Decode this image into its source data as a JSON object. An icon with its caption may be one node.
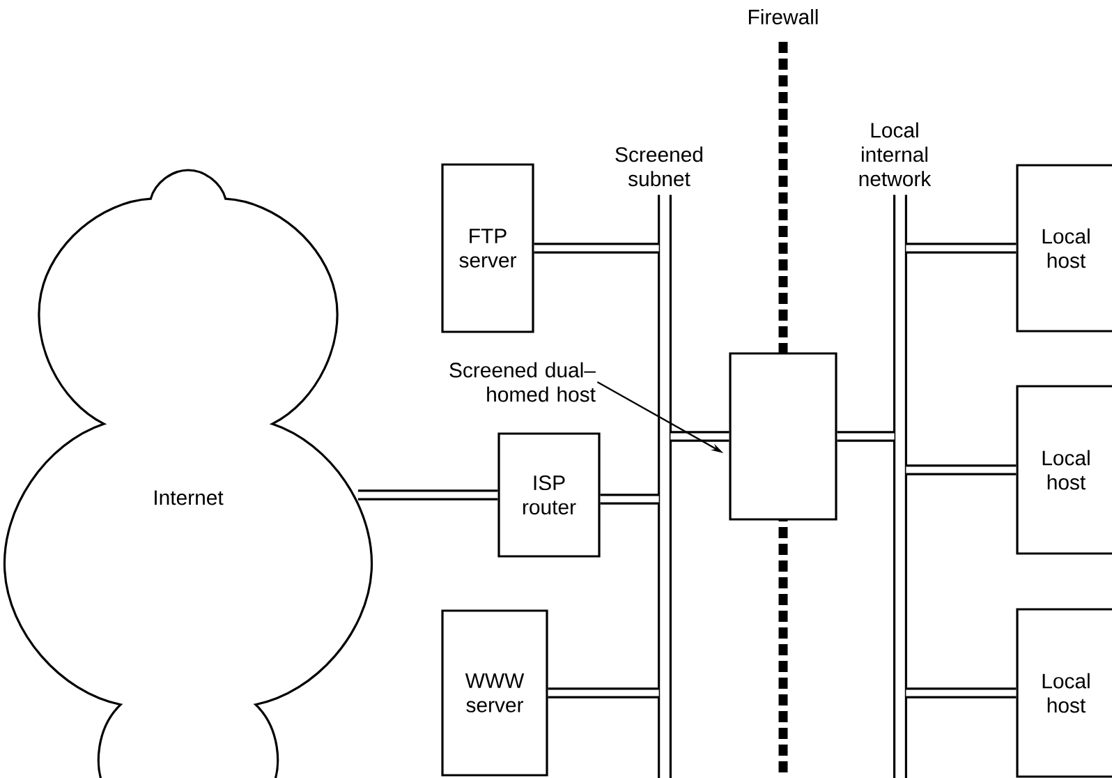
{
  "diagram": {
    "nodes": [
      {
        "text": [
          "Screened subnet"
        ]
      },
      {
        "text": [
          "Local internal network"
        ]
      },
      {
        "text": [
          "FTP server"
        ]
      },
      {
        "text": [
          "Local host"
        ]
      },
      {
        "text": [
          "Screened dual–homed host"
        ]
      },
      {
        "text": [],
        "shape": "box"
      },
      {
        "text": [
          "Local host"
        ]
      },
      {
        "text": [
          "Internet"
        ]
      },
      {
        "text": [
          "ISP router"
        ]
      },
      {
        "text": [
          "WWW server"
        ]
      },
      {
        "text": [
          "Local host"
        ]
      }
    ],
    "edges": [
      {
        "from": 7,
        "to": 8,
        "arrow": "none"
      },
      {
        "from": 8,
        "to": 0,
        "arrow": "none"
      },
      {
        "from": 2,
        "to": 0,
        "arrow": "none"
      },
      {
        "from": 9,
        "to": 0,
        "arrow": "none"
      },
      {
        "from": 0,
        "to": 5,
        "arrow": "none"
      },
      {
        "from": 5,
        "to": 1,
        "arrow": "none"
      },
      {
        "from": 1,
        "to": 3,
        "arrow": "none"
      },
      {
        "from": 1,
        "to": 6,
        "arrow": "none"
      },
      {
        "from": 1,
        "to": 10,
        "arrow": "none"
      },
      {
        "from": 4,
        "to": 5,
        "arrow": "to"
      }
    ],
    "labels": [
      "Firewall"
    ]
  }
}
